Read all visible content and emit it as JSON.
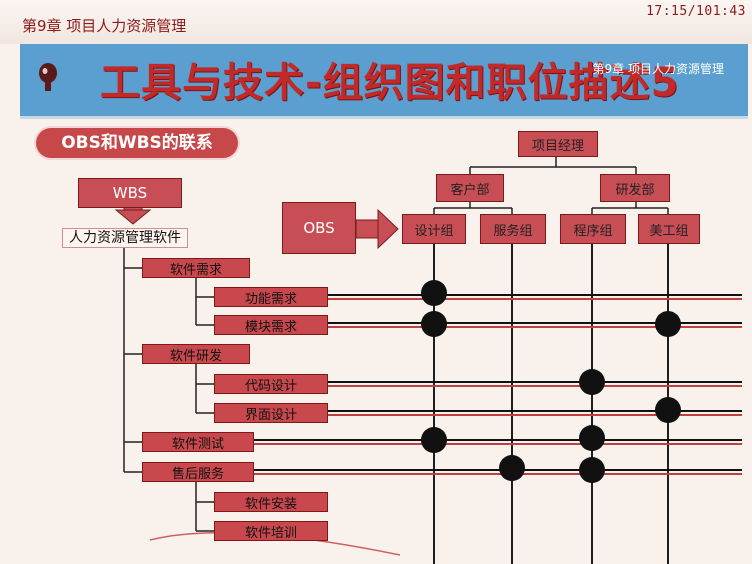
{
  "header": {
    "chapter_title": "第9章 项目人力资源管理",
    "clock": "17:15/101:43"
  },
  "banner": {
    "title": "工具与技术-组织图和职位描述5",
    "subtitle": "第9章 项目人力资源管理"
  },
  "section_pill": "OBS和WBS的联系",
  "wbs": {
    "tag": "WBS",
    "root": "人力资源管理软件",
    "groups": [
      {
        "label": "软件需求",
        "children": [
          "功能需求",
          "模块需求"
        ]
      },
      {
        "label": "软件研发",
        "children": [
          "代码设计",
          "界面设计"
        ]
      },
      {
        "label": "软件测试",
        "children": []
      },
      {
        "label": "售后服务",
        "children": [
          "软件安装",
          "软件培训"
        ]
      }
    ]
  },
  "obs": {
    "tag": "OBS",
    "root": "项目经理",
    "departments": [
      {
        "label": "客户部",
        "teams": [
          "设计组",
          "服务组"
        ]
      },
      {
        "label": "研发部",
        "teams": [
          "程序组",
          "美工组"
        ]
      }
    ]
  },
  "colors": {
    "accent_red": "#c84e55",
    "banner_blue": "#5a9fd0",
    "grid_line": "#1a1a1a",
    "dot": "#111111"
  }
}
